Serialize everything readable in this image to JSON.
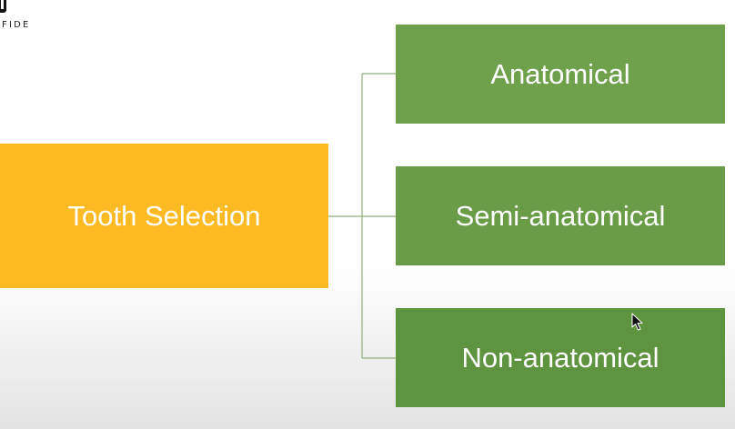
{
  "logo": {
    "text": "FIDE",
    "icon": "brand-mark-icon"
  },
  "diagram": {
    "root": {
      "label": "Tooth Selection",
      "color": "#FDBA22"
    },
    "children": [
      {
        "label": "Anatomical",
        "color": "#6FA04C"
      },
      {
        "label": "Semi-anatomical",
        "color": "#6A9C48"
      },
      {
        "label": "Non-anatomical",
        "color": "#5E9440"
      }
    ],
    "connector_color": "#8FAE7F"
  },
  "cursor": {
    "icon": "mouse-pointer-icon"
  }
}
